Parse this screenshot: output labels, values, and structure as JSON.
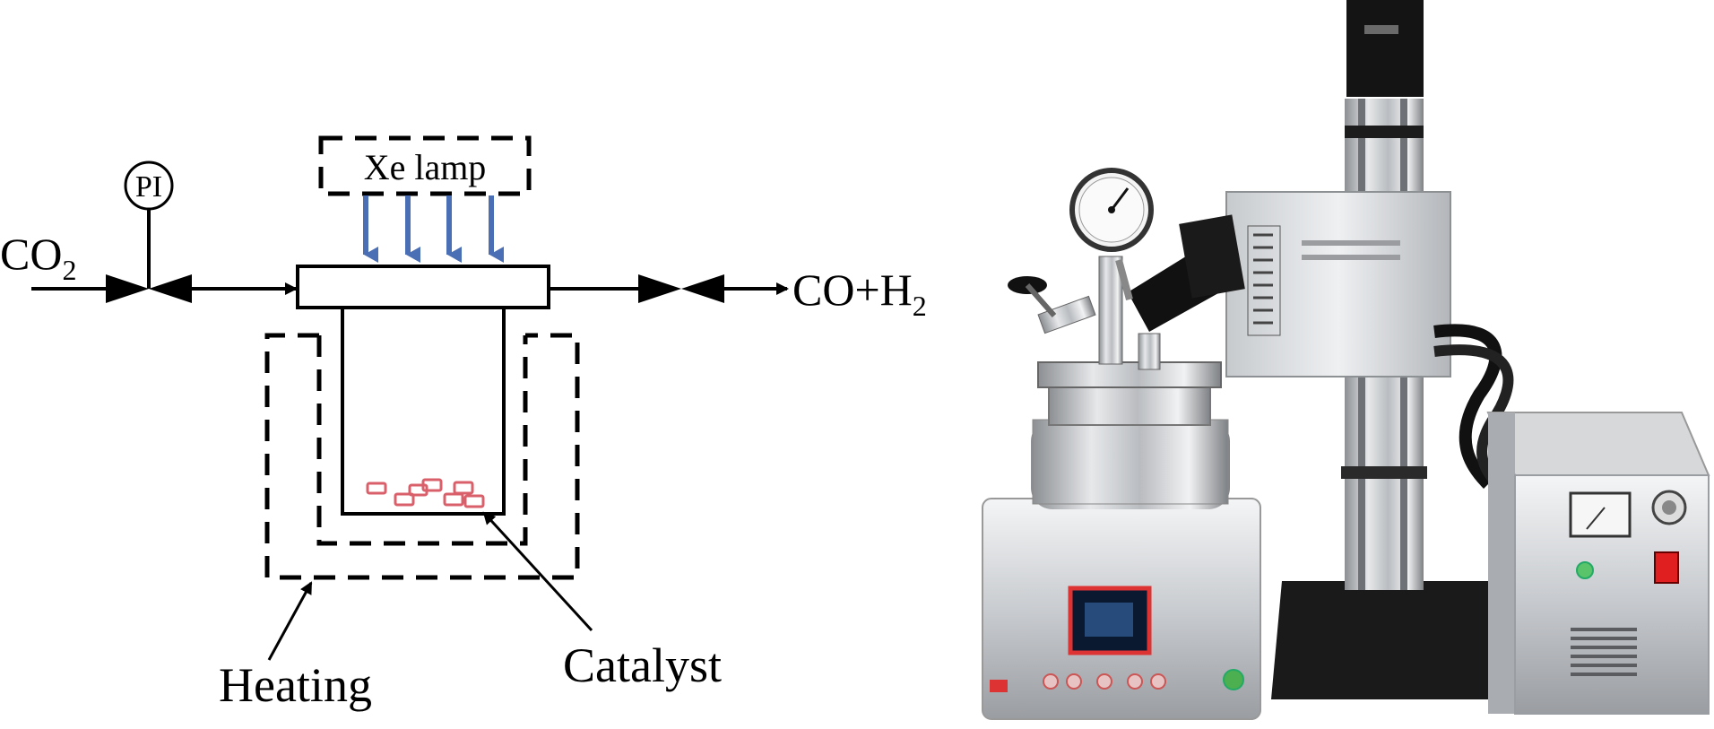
{
  "schematic": {
    "gauge_label": "PI",
    "lamp_label": "Xe lamp",
    "inlet_label": "CO",
    "inlet_subscript": "2",
    "outlet_label": "CO+H",
    "outlet_subscript": "2",
    "heating_label": "Heating",
    "catalyst_label": "Catalyst"
  },
  "colors": {
    "light_arrow": "#4a6fb5",
    "catalyst": "#d9606a",
    "line": "#000000"
  }
}
